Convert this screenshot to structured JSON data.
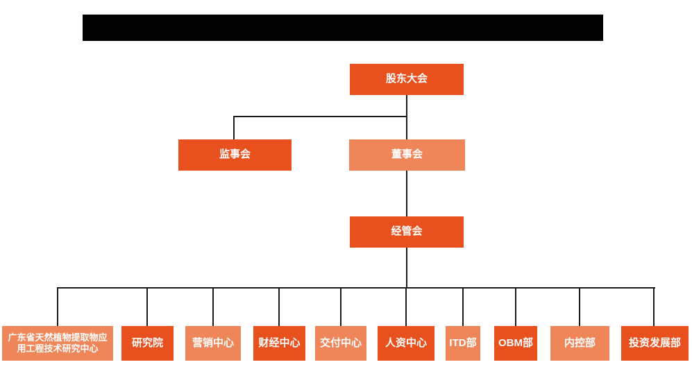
{
  "colors": {
    "primary_orange": "#E8511E",
    "light_orange": "#EE8659",
    "connector_line": "#1c1c1c",
    "redaction_black": "#000000",
    "node_text": "#ffffff",
    "background": "#ffffff"
  },
  "redaction_bar": {
    "present": true,
    "note": "solid black bar covering the chart title"
  },
  "org_chart": {
    "type": "organization-tree",
    "levels": [
      {
        "name": "level-1",
        "nodes": [
          {
            "label": "股东大会",
            "tone": "orange"
          }
        ]
      },
      {
        "name": "level-2",
        "nodes": [
          {
            "label": "监事会",
            "tone": "orange"
          },
          {
            "label": "董事会",
            "tone": "light"
          }
        ]
      },
      {
        "name": "level-3",
        "nodes": [
          {
            "label": "经管会",
            "tone": "orange"
          }
        ]
      },
      {
        "name": "level-4",
        "nodes": [
          {
            "label": "广东省天然植物提取物应用工程技术研究中心",
            "tone": "light"
          },
          {
            "label": "研究院",
            "tone": "orange"
          },
          {
            "label": "营销中心",
            "tone": "light"
          },
          {
            "label": "财经中心",
            "tone": "orange"
          },
          {
            "label": "交付中心",
            "tone": "light"
          },
          {
            "label": "人资中心",
            "tone": "orange"
          },
          {
            "label": "ITD部",
            "tone": "light"
          },
          {
            "label": "OBM部",
            "tone": "orange"
          },
          {
            "label": "内控部",
            "tone": "light"
          },
          {
            "label": "投资发展部",
            "tone": "orange"
          }
        ]
      }
    ]
  }
}
